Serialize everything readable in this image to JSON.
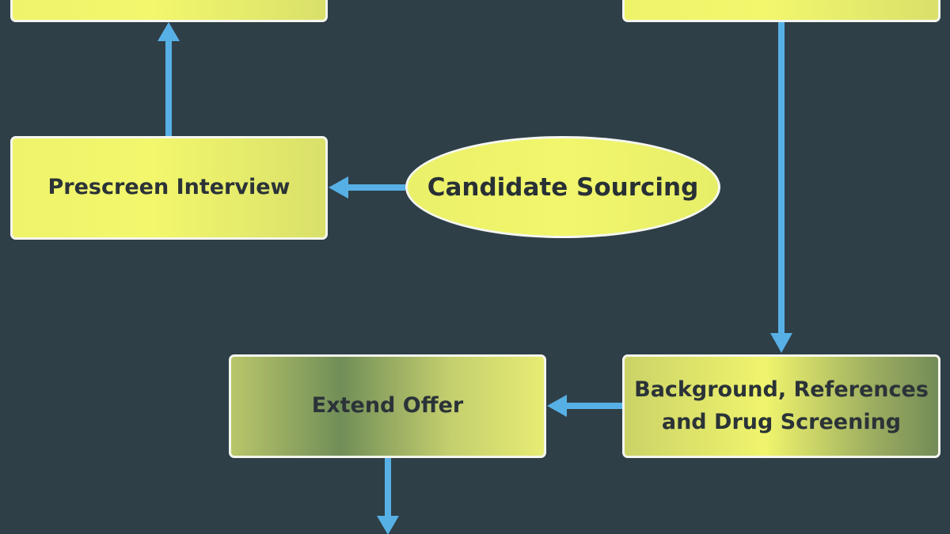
{
  "diagram": {
    "nodes": {
      "top_left": {
        "label": ""
      },
      "top_right": {
        "label": ""
      },
      "prescreen": {
        "label": "Prescreen Interview"
      },
      "sourcing": {
        "label": "Candidate Sourcing"
      },
      "extend_offer": {
        "label": "Extend Offer"
      },
      "background": {
        "line1": "Background, References",
        "line2": "and Drug Screening"
      }
    },
    "colors": {
      "background": "#2f3f48",
      "arrow": "#57b0e5",
      "node_border": "#f4f6ee",
      "node_fill_bright": "#f2f76c",
      "node_fill_green": "#718e58"
    },
    "arrows": [
      {
        "from": "prescreen",
        "to": "top_left"
      },
      {
        "from": "sourcing",
        "to": "prescreen"
      },
      {
        "from": "top_right",
        "to": "background"
      },
      {
        "from": "background",
        "to": "extend_offer"
      },
      {
        "from": "extend_offer",
        "to": "next_step"
      }
    ]
  }
}
